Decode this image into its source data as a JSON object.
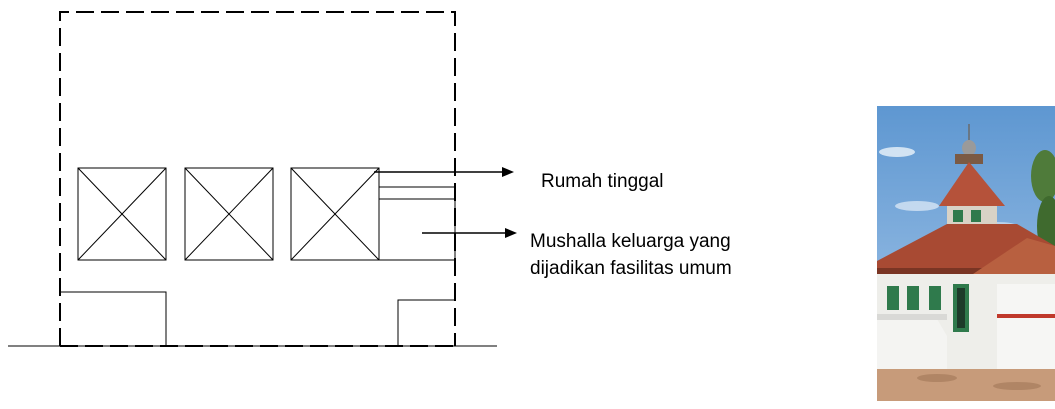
{
  "labels": {
    "house": "Rumah tinggal",
    "mushalla_line1": "Mushalla keluarga yang",
    "mushalla_line2": "dijadikan fasilitas umum"
  },
  "photo": {
    "subject": "mosque-photo",
    "colors": {
      "sky": "#6fa3d8",
      "sky_light": "#bcd6ee",
      "roof": "#b5523a",
      "wall": "#f2f2ee",
      "window_frame": "#2f7a4c",
      "ground": "#c79b7a",
      "trees": "#4f7b3a"
    }
  },
  "colors": {
    "line": "#000000",
    "background": "#ffffff"
  }
}
